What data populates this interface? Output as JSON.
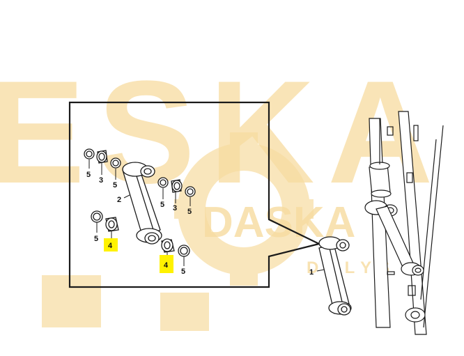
{
  "watermark": {
    "big_letters": [
      "E",
      "S",
      "K",
      "A"
    ],
    "small_word_1": "DASKA",
    "small_word_2": "DALYS",
    "color": "#f7dca0"
  },
  "callouts": {
    "top_left_ring": "5",
    "top_left_bushing": "3",
    "top_mid_ring": "5",
    "link": "2",
    "right_upper_ring_a": "5",
    "right_upper_bushing": "3",
    "right_upper_ring_b": "5",
    "lower_left_ring": "5",
    "lower_left_bushing": "4",
    "lower_right_bushing": "4",
    "lower_right_ring": "5",
    "assembly": "1"
  },
  "colors": {
    "line": "#1a1a1a",
    "highlight": "#fff200"
  }
}
